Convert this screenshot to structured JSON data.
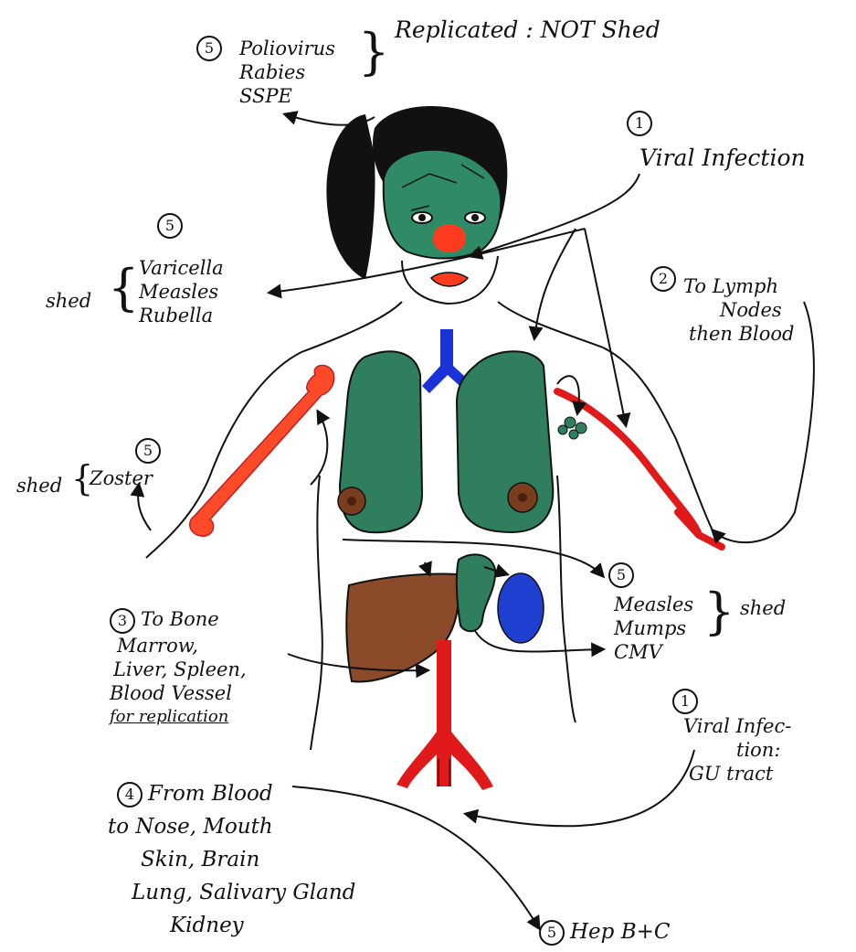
{
  "colors": {
    "ink": "#111111",
    "skin_green": "#2e8b66",
    "lung_green": "#2f7f5f",
    "hair": "#111111",
    "nose_red": "#ff3b1f",
    "bone_red": "#ff4a2a",
    "vessel_red": "#e01a1a",
    "trachea_blue": "#1a33d6",
    "spleen_blue": "#1f3fd0",
    "liver_brown": "#8b4a2a",
    "nipple_brown": "#7a3e1e"
  },
  "labels": {
    "step5_top": {
      "num": "5",
      "lines": [
        "Poliovirus",
        "Rabies",
        "SSPE"
      ],
      "note": "Replicated : NOT Shed"
    },
    "step1_resp": {
      "num": "1",
      "text": "Viral Infection"
    },
    "step5_face": {
      "num": "5",
      "side": "shed",
      "lines": [
        "Varicella",
        "Measles",
        "Rubella"
      ]
    },
    "step2": {
      "num": "2",
      "lines": [
        "To Lymph",
        "Nodes",
        "then Blood"
      ]
    },
    "step5_zoster": {
      "num": "5",
      "side": "shed",
      "text": "Zoster"
    },
    "step5_abdomen": {
      "num": "5",
      "lines": [
        "Measles",
        "Mumps",
        "CMV"
      ],
      "side": "shed"
    },
    "step3": {
      "num": "3",
      "lines": [
        "To Bone",
        "Marrow,",
        "Liver, Spleen,",
        "Blood Vessel"
      ],
      "underline": "for replication"
    },
    "step1_gu": {
      "num": "1",
      "lines": [
        "Viral Infec-",
        "tion:",
        "GU tract"
      ]
    },
    "step4": {
      "num": "4",
      "lines": [
        "From Blood",
        "to Nose, Mouth",
        "Skin, Brain",
        "Lung, Salivary Gland",
        "Kidney"
      ]
    },
    "step5_hep": {
      "num": "5",
      "text": "Hep B+C"
    }
  }
}
